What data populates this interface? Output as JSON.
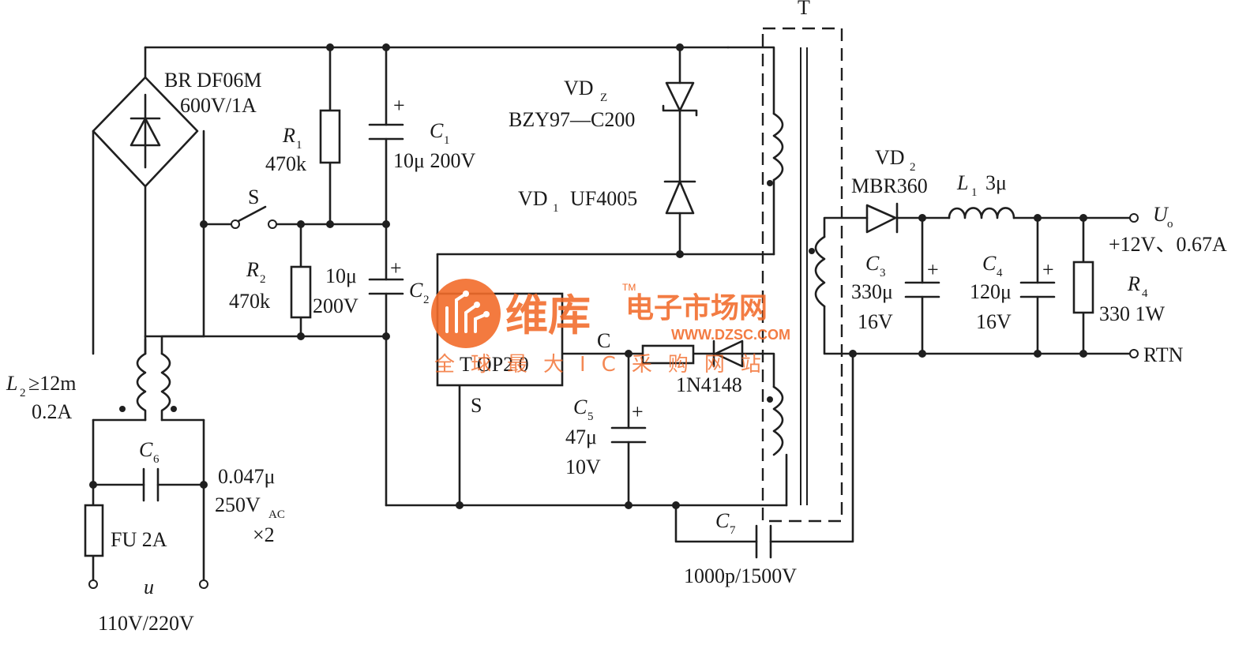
{
  "labels": {
    "br": "BR  DF06M",
    "br_rating": "600V/1A",
    "r1": "R",
    "r1_sub": "1",
    "r1_val": "470k",
    "c1": "C",
    "c1_sub": "1",
    "c1_val": "10μ 200V",
    "s": "S",
    "r2": "R",
    "r2_sub": "2",
    "r2_val": "470k",
    "c2_val1": "10μ",
    "c2_val2": "200V",
    "c2": "C",
    "c2_sub": "2",
    "vdz": "VD",
    "vdz_sub": "Z",
    "vdz_part": "BZY97—C200",
    "vd1": "VD",
    "vd1_sub": "1",
    "vd1_part": "UF4005",
    "t": "T",
    "ic": "T OP2 0",
    "ic_s": "S",
    "ic_c": "C",
    "d_part": "1N4148",
    "c5": "C",
    "c5_sub": "5",
    "c5_val1": "47μ",
    "c5_val2": "10V",
    "c7": "C",
    "c7_sub": "7",
    "c7_val": "1000p/1500V",
    "l2": "L",
    "l2_sub": "2",
    "l2_val1": "≥12m",
    "l2_val2": "0.2A",
    "c6": "C",
    "c6_sub": "6",
    "c6_val1": "0.047μ",
    "c6_val2": "250V",
    "c6_val2_sub": "AC",
    "c6_val3": "×2",
    "fu": "FU 2A",
    "u": "u",
    "u_val": "110V/220V",
    "vd2": "VD",
    "vd2_sub": "2",
    "vd2_part": "MBR360",
    "l1": "L",
    "l1_sub": "1",
    "l1_val": "3μ",
    "c3": "C",
    "c3_sub": "3",
    "c3_val1": "330μ",
    "c3_val2": "16V",
    "c4": "C",
    "c4_sub": "4",
    "c4_val1": "120μ",
    "c4_val2": "16V",
    "r4": "R",
    "r4_sub": "4",
    "r4_val": "330 1W",
    "uo": "U",
    "uo_sub": "o",
    "uo_val": "+12V、0.67A",
    "rtn": "RTN",
    "plus": "+"
  },
  "watermark": {
    "brand": "维库",
    "brand2": "电子市场网",
    "url": "WWW.DZSC.COM",
    "slogan": "全球最大IC采购网站",
    "tm": "TM"
  },
  "colors": {
    "ink": "#1f1f1f",
    "watermark": "#f26b2a"
  }
}
